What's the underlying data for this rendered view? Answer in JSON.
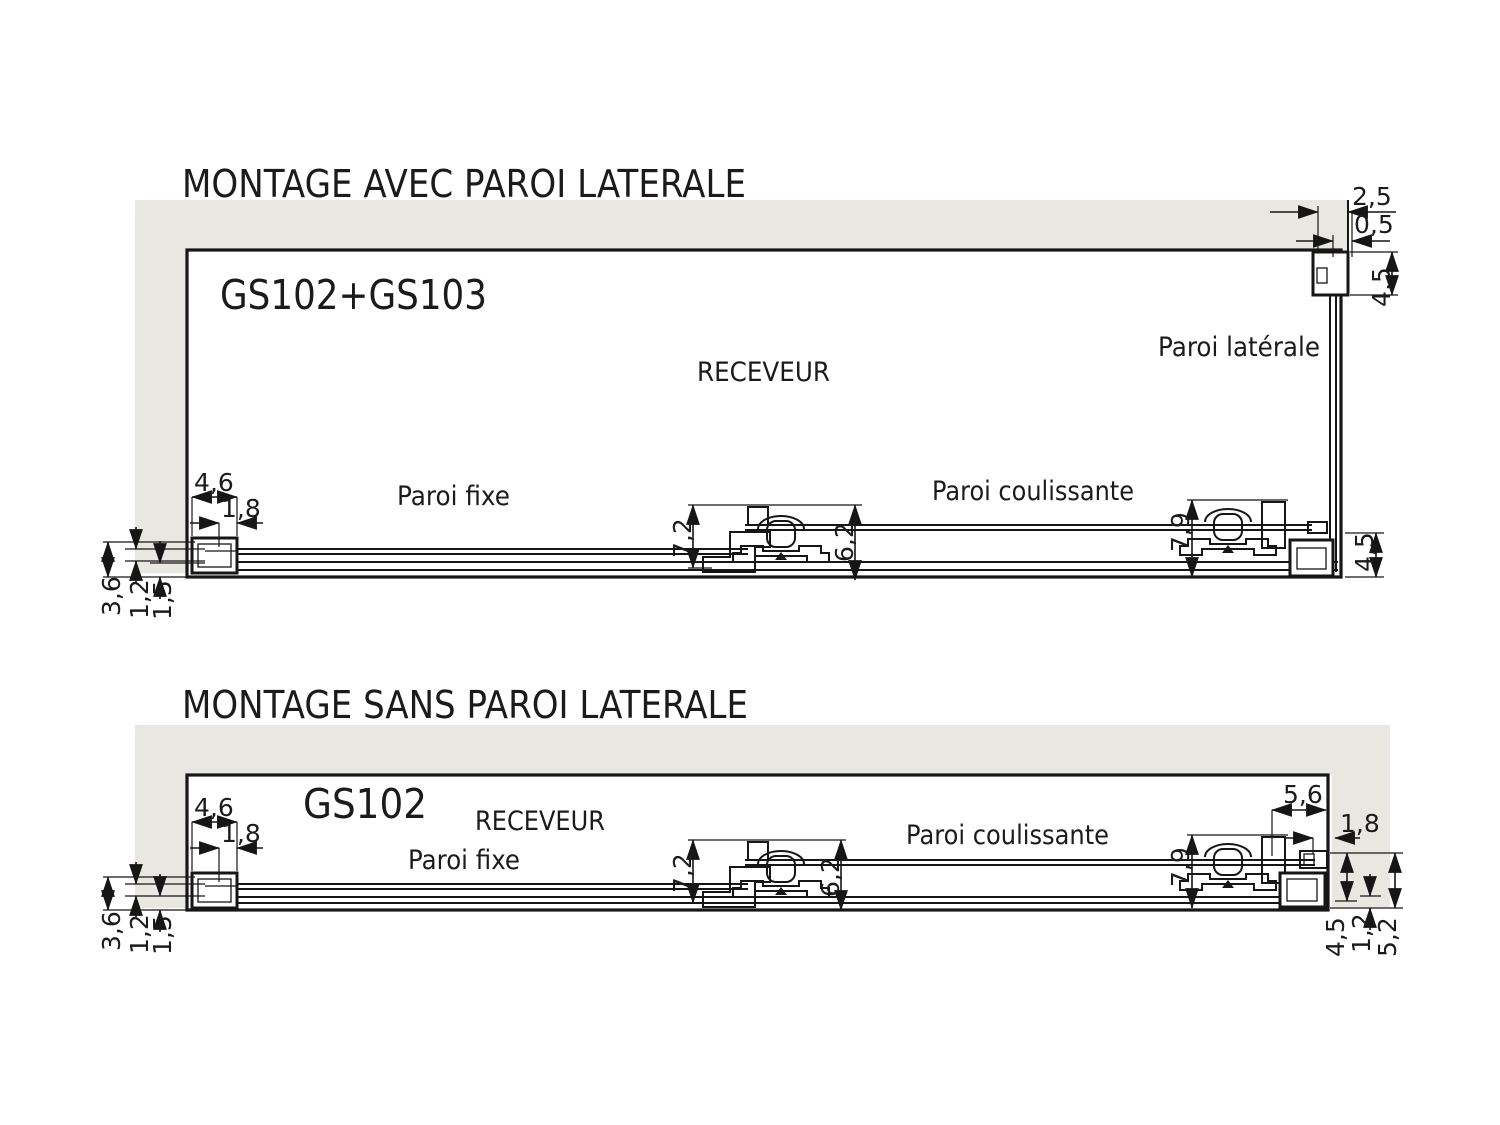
{
  "colors": {
    "wall": "#e9e7e2",
    "line": "#161616",
    "background": "#ffffff"
  },
  "top": {
    "title": "MONTAGE AVEC PAROI LATERALE",
    "model": "GS102+GS103",
    "tray": "RECEVEUR",
    "side_panel": "Paroi latérale",
    "fixed_panel": "Paroi fixe",
    "sliding_panel": "Paroi coulissante",
    "dims": {
      "wall_offset": "2,5",
      "profile_gap": "0,5",
      "side_profile_height": "4,5",
      "wall_profile_width": "4,6",
      "glass_offset": "1,8",
      "rail_total_height": "3,6",
      "rail_upper": "1,2",
      "rail_lower": "1,5",
      "mid_roller_height": "7,2",
      "track_height": "6,2",
      "end_roller_height": "7,9",
      "corner_height": "4,5"
    }
  },
  "bottom": {
    "title": "MONTAGE SANS PAROI LATERALE",
    "model": "GS102",
    "tray": "RECEVEUR",
    "fixed_panel": "Paroi fixe",
    "sliding_panel": "Paroi coulissante",
    "dims": {
      "wall_profile_width": "4,6",
      "glass_offset": "1,8",
      "rail_total_height": "3,6",
      "rail_upper": "1,2",
      "rail_lower": "1,5",
      "mid_roller_height": "7,2",
      "track_height": "6,2",
      "end_roller_height": "7,9",
      "end_profile_width": "5,6",
      "end_glass_offset": "1,8",
      "end_height": "4,5",
      "end_gap": "1,2",
      "end_total_height": "5,2"
    }
  }
}
